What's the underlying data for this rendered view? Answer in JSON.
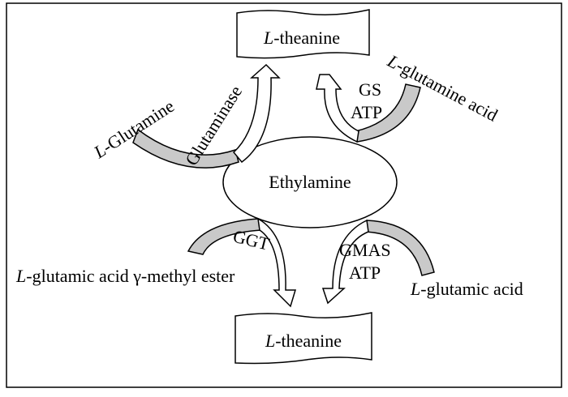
{
  "nodes": {
    "center": "Ethylamine",
    "top_product": {
      "italic": "L",
      "rest": "-theanine"
    },
    "bottom_product": {
      "italic": "L",
      "rest": "-theanine"
    }
  },
  "substrates": {
    "glutamine": {
      "italic": "L",
      "rest": "-Glutamine"
    },
    "glutamine_acid": {
      "italic": "L",
      "rest": "-glutamine acid"
    },
    "methyl_ester": {
      "italic": "L",
      "rest": "-glutamic acid γ-methyl ester"
    },
    "glutamic_acid": {
      "italic": "L",
      "rest": "-glutamic acid"
    }
  },
  "enzymes": {
    "glutaminase": "Glutaminase",
    "gs": "GS",
    "gs_cofactor": "ATP",
    "ggt": "GGT",
    "gmas": "GMAS",
    "gmas_cofactor": "ATP"
  },
  "colors": {
    "arrow_fill": "#c9c9c9",
    "stroke": "#000000",
    "background": "#ffffff"
  }
}
